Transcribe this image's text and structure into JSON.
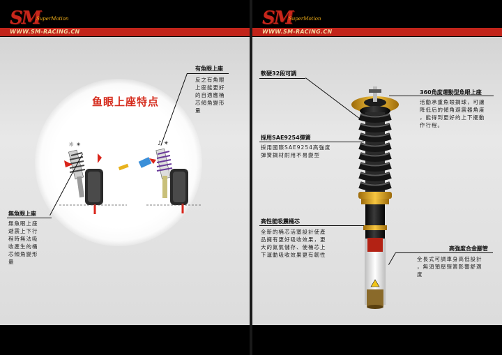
{
  "brand": {
    "logo_text": "SM",
    "logo_sub": "SuperMotion",
    "url": "WWW.SM-RACING.CN"
  },
  "left": {
    "title": "鱼眼上座特点",
    "with_fisheye": {
      "label": "有魚眼上座",
      "lines": [
        "反之有魚眼",
        "上座能更好",
        "的自適應桶",
        "芯傾角變形",
        "量"
      ]
    },
    "without_fisheye": {
      "label": "無魚眼上座",
      "lines": [
        "無魚眼上座",
        "避震上下行",
        "程時無法吸",
        "收產生的桶",
        "芯傾角變形",
        "量"
      ]
    }
  },
  "right": {
    "damping": {
      "label": "軟硬32段可調"
    },
    "mount": {
      "label": "360角度運動型魚眼上座",
      "lines": [
        "活動承重魚眼鋼球，可讓",
        "降低后的傾角避震器角度",
        "，能得到更好的上下擺動",
        "作行程。"
      ]
    },
    "spring": {
      "label": "採用SAE9254彈簧",
      "lines": [
        "採用國際SAE9254高強度",
        "彈簧鋼材耐用不易變型"
      ]
    },
    "shock": {
      "label": "高性能吸震桶芯",
      "lines": [
        "全新的桶芯活塞設計使產",
        "品擁有更好吸收效果，更",
        "大的氮氣儲存、使桶芯上",
        "下運動吸收效果更有韌性"
      ]
    },
    "leg": {
      "label": "高強度合金腳管",
      "lines": [
        "全長式可調車身高低設計",
        "，無須預壓彈簧影響舒適",
        "度"
      ]
    }
  },
  "colors": {
    "brand_red": "#c2241a",
    "title_red": "#d52b1c",
    "gold": "#e8a420",
    "coil_dark": "#1c1c1c"
  }
}
